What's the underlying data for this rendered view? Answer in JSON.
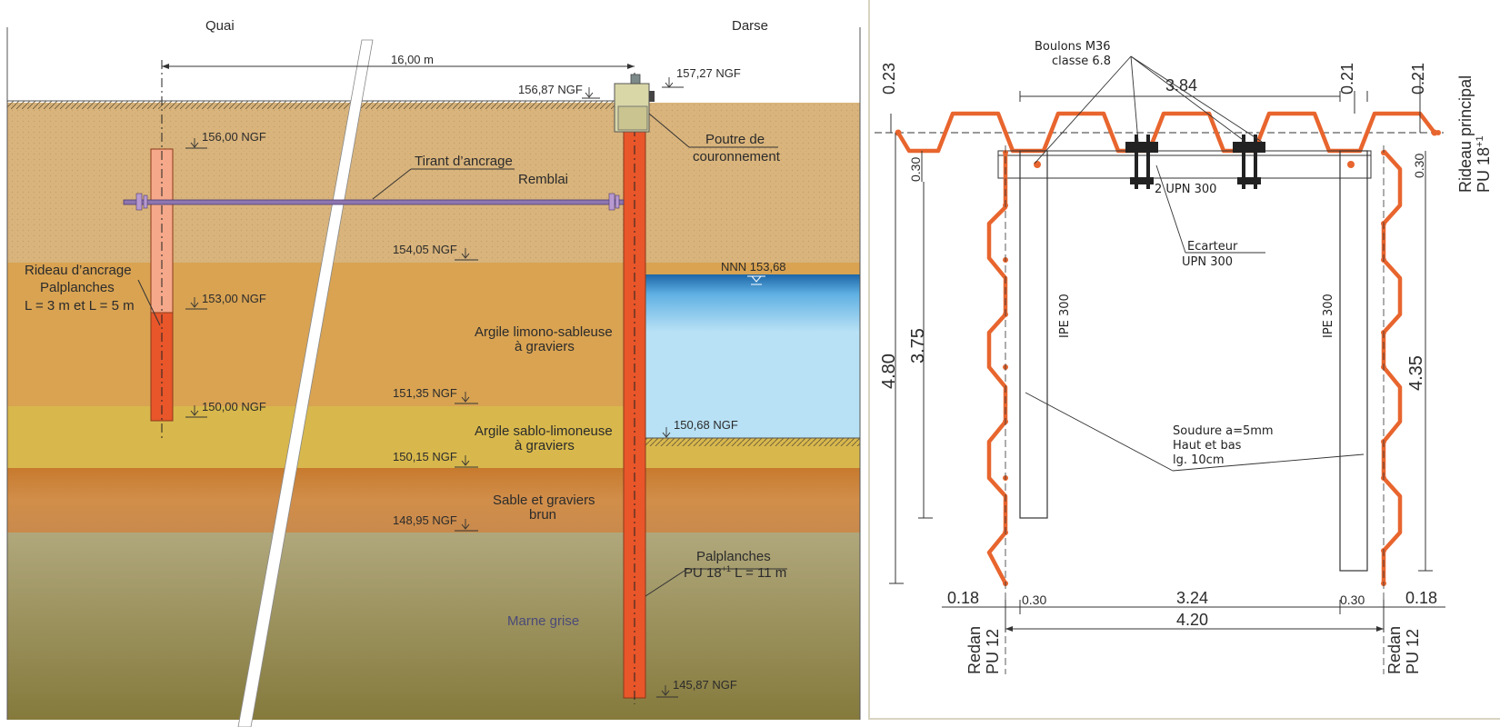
{
  "left_section": {
    "quai_label": "Quai",
    "darse_label": "Darse",
    "distance_label": "16,00 m",
    "levels": {
      "top_cap": "157,27 NGF",
      "ground": "156,87 NGF",
      "anchor_top": "156,00 NGF",
      "remblai_base": "154,05 NGF",
      "anchor_mid": "153,00 NGF",
      "argile1_base": "151,35 NGF",
      "anchor_bottom": "150,00 NGF",
      "argile2_base": "150,15 NGF",
      "sable_base": "148,95 NGF",
      "seabed": "150,68 NGF",
      "pile_tip": "145,87 NGF",
      "water": "NNN 153,68"
    },
    "labels": {
      "tirant": "Tirant d’ancrage",
      "remblai": "Remblai",
      "poutre_line1": "Poutre de",
      "poutre_line2": "couronnement",
      "rideau_line1": "Rideau d’ancrage",
      "rideau_line2": "Palplanches",
      "rideau_line3": "L = 3 m et L = 5 m",
      "argile1_line1": "Argile limono-sableuse",
      "argile1_line2": "à graviers",
      "argile2_line1": "Argile sablo-limoneuse",
      "argile2_line2": "à graviers",
      "sable_line1": "Sable et graviers",
      "sable_line2": "brun",
      "marne": "Marne grise",
      "palpl_line1": "Palplanches",
      "palpl_line2a": "PU 18",
      "palpl_sup": "+1",
      "palpl_line2b": " L = 11 m"
    },
    "colors": {
      "remblai": "#d9b47c",
      "argile1": "#d9a352",
      "argile2": "#d8b64a",
      "sable": "#c87f3a",
      "marne": "#a99f70",
      "water": "#b7e0f4",
      "pile": "#e8562a",
      "anchor_light": "#f5a98a"
    }
  },
  "right_section": {
    "boulons_line1": "Boulons M36",
    "boulons_line2": "classe 6.8",
    "upn": "2 UPN 300",
    "ecarteur_line1": "Ecarteur",
    "ecarteur_line2": "UPN 300",
    "ipe_left": "IPE 300",
    "ipe_right": "IPE 300",
    "soudure_line1": "Soudure a=5mm",
    "soudure_line2": "Haut et bas",
    "soudure_line3": "lg. 10cm",
    "rideau_line1": "Rideau principal",
    "rideau_line2a": "PU 18",
    "rideau_sup": "+1",
    "redan_line1": "Redan",
    "redan_line2": "PU 12",
    "dims": {
      "d023": "0.23",
      "d384": "3.84",
      "d021a": "0.21",
      "d021b": "0.21",
      "d030_top_left": "0.30",
      "d030_top_right": "0.30",
      "d480": "4.80",
      "d375": "3.75",
      "d435": "4.35",
      "d018_left": "0.18",
      "d030_bottom_left": "0.30",
      "d324": "3.24",
      "d030_bottom_right": "0.30",
      "d018_right": "0.18",
      "d420": "4.20"
    },
    "colors": {
      "sheet_pile": "#e8652e",
      "steel": "#333333"
    }
  }
}
